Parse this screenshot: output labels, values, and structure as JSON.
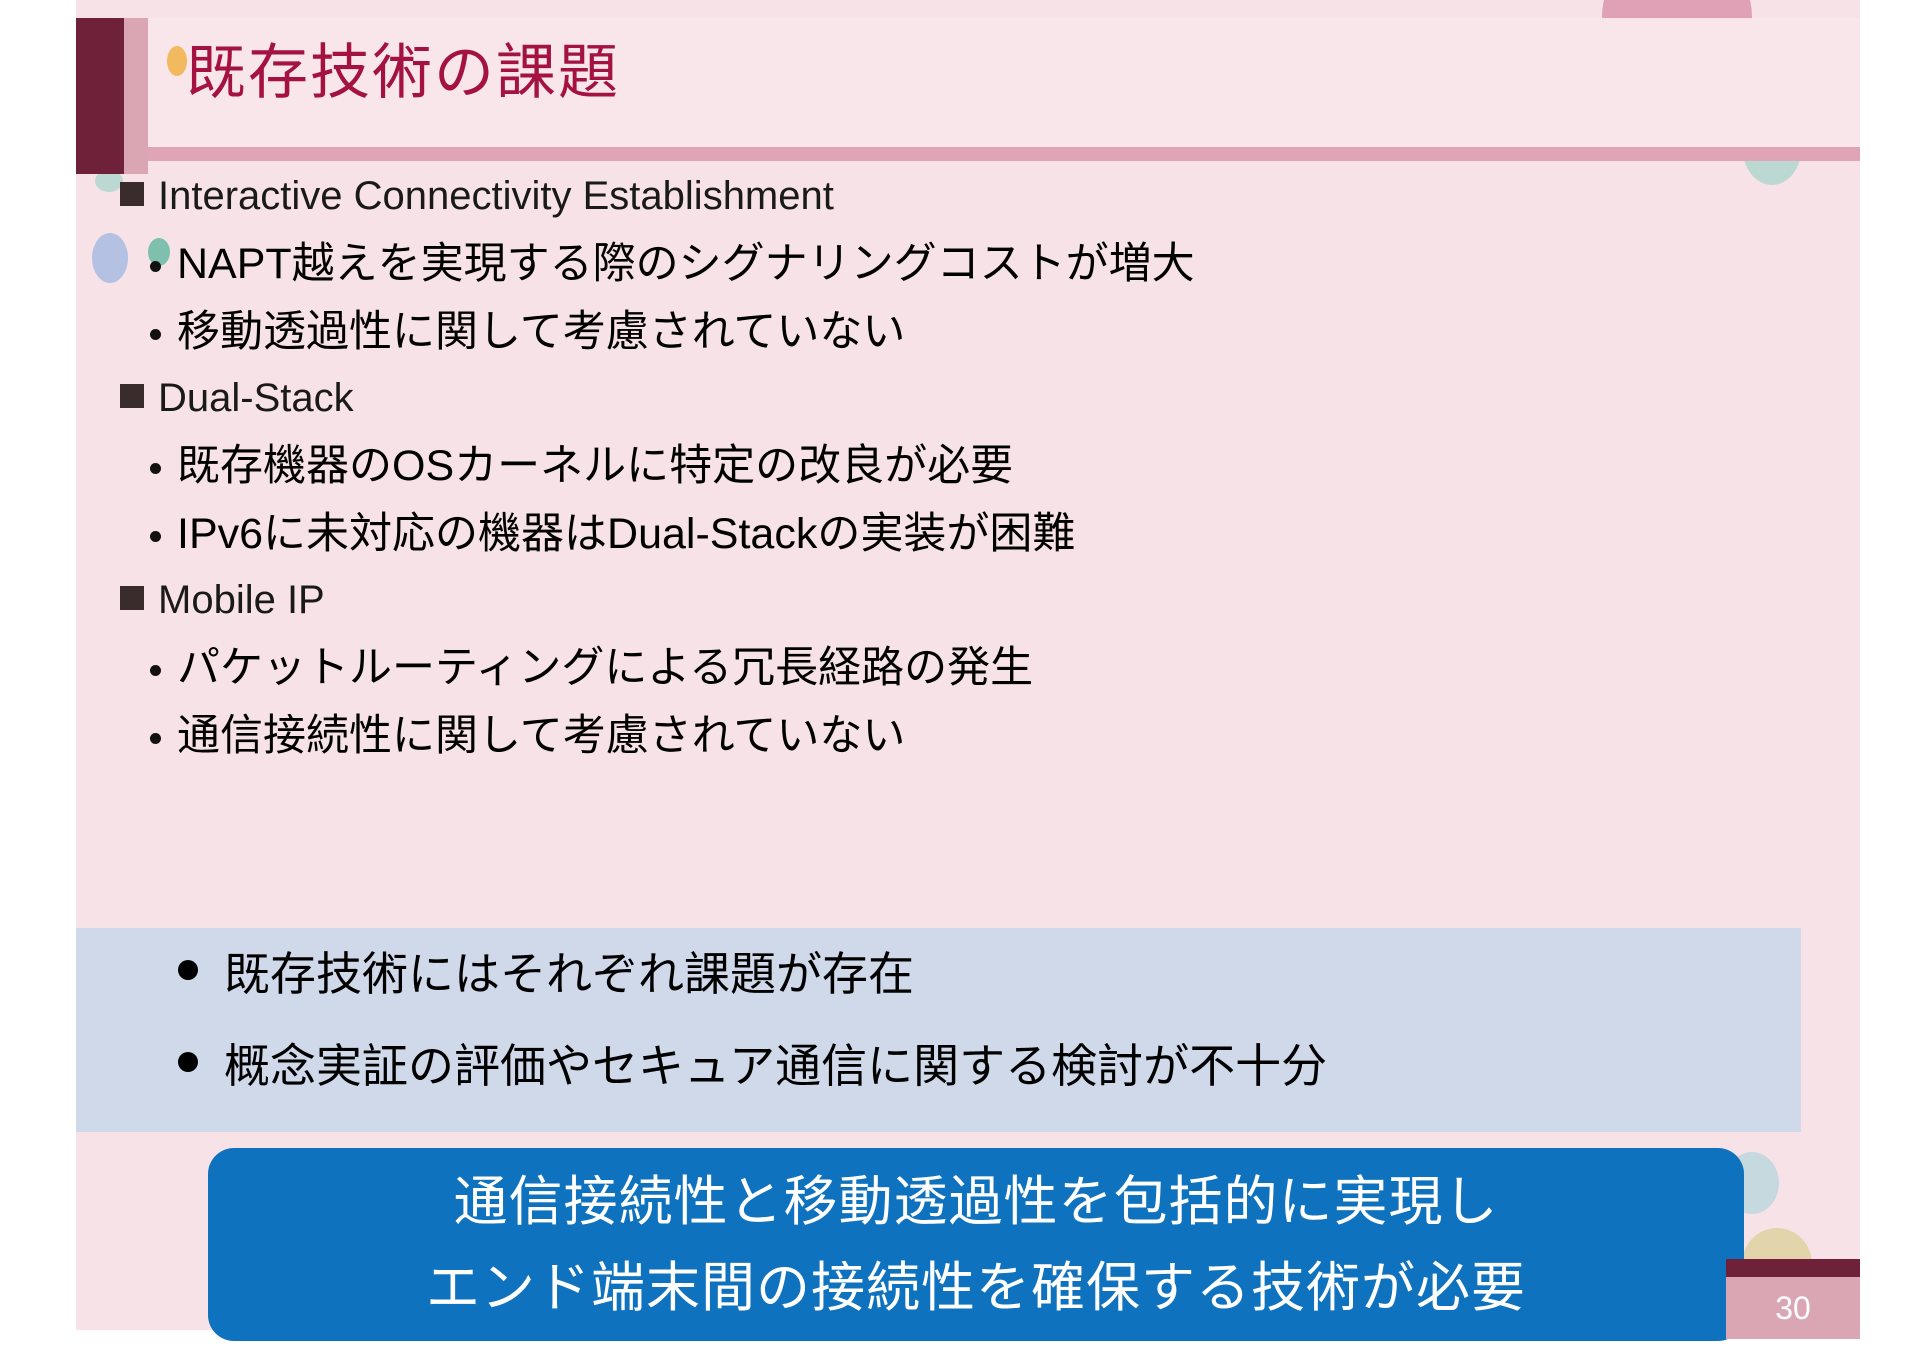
{
  "slide": {
    "title": "既存技術の課題",
    "page_number": "30",
    "colors": {
      "title_text": "#a4123f",
      "title_accent_bar": "#6e2138",
      "title_mid_bar": "#dba6b4",
      "canvas_bg": "#f7e3e7",
      "title_panel_bg": "#f8e6ea",
      "title_rule": "#dfa5b6",
      "summary_panel_bg": "#cfd9ea",
      "callout_bg": "#0f72be",
      "callout_text": "#ffffff",
      "body_text": "#000000",
      "deco_pink": "#e0a0b5",
      "deco_orange": "#f59c1c",
      "deco_teal": "#bcd8d2",
      "deco_lavender": "#b4c1e2",
      "deco_cream": "#e2d5ac"
    }
  },
  "body": {
    "items": [
      {
        "level": 1,
        "marker": "square-marker",
        "text": "Interactive Connectivity Establishment"
      },
      {
        "level": 2,
        "marker": "dot-marker",
        "text": "NAPT越えを実現する際のシグナリングコストが増大"
      },
      {
        "level": 2,
        "marker": "dot-marker",
        "text": "移動透過性に関して考慮されていない"
      },
      {
        "level": 1,
        "marker": "square-marker",
        "text": "Dual-Stack"
      },
      {
        "level": 2,
        "marker": "dot-marker",
        "text": "既存機器のOSカーネルに特定の改良が必要"
      },
      {
        "level": 2,
        "marker": "dot-marker",
        "text": "IPv6に未対応の機器はDual-Stackの実装が困難"
      },
      {
        "level": 1,
        "marker": "square-marker",
        "text": "Mobile IP"
      },
      {
        "level": 2,
        "marker": "dot-marker",
        "text": "パケットルーティングによる冗長経路の発生"
      },
      {
        "level": 2,
        "marker": "dot-marker",
        "text": "通信接続性に関して考慮されていない"
      }
    ]
  },
  "summary": {
    "items": [
      {
        "marker": "bullet-dot",
        "text": "既存技術にはそれぞれ課題が存在"
      },
      {
        "marker": "bullet-dot",
        "text": "概念実証の評価やセキュア通信に関する検討が不十分"
      }
    ]
  },
  "callout": {
    "lines": [
      "通信接続性と移動透過性を包括的に実現し",
      "エンド端末間の接続性を確保する技術が必要"
    ]
  }
}
